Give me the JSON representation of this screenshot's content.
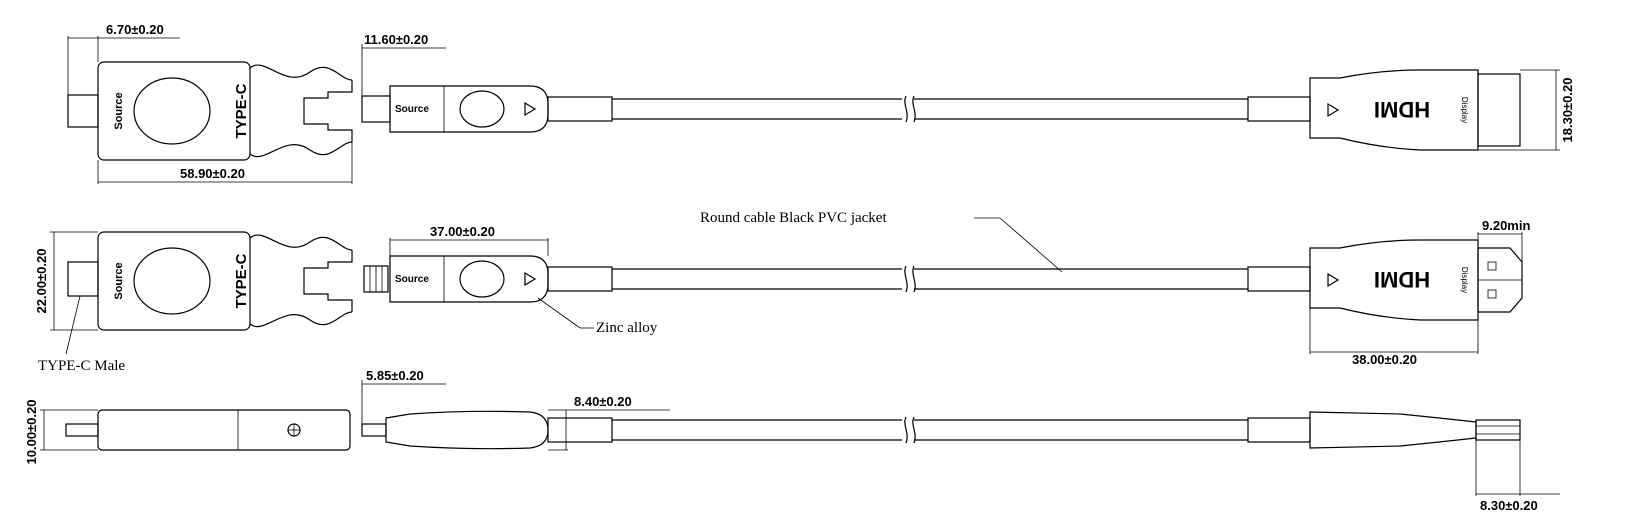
{
  "dimensions": {
    "d_6_70": "6.70±0.20",
    "d_11_60": "11.60±0.20",
    "d_58_90": "58.90±0.20",
    "d_18_30": "18.30±0.20",
    "d_37_00": "37.00±0.20",
    "d_22_00": "22.00±0.20",
    "d_9_20": "9.20min",
    "d_38_00": "38.00±0.20",
    "d_5_85": "5.85±0.20",
    "d_8_40": "8.40±0.20",
    "d_10_00": "10.00±0.20",
    "d_8_30": "8.30±0.20"
  },
  "callouts": {
    "cable_jacket": "Round cable Black PVC jacket",
    "zinc_alloy": "Zinc alloy",
    "typec_male": "TYPE-C Male"
  },
  "plug_labels": {
    "source": "Source",
    "typec": "TYPE-C",
    "hdmi": "HDMI",
    "display": "Display"
  },
  "icons": {
    "arrow": "triangle-arrow-icon",
    "screw": "screw-cross-icon"
  }
}
